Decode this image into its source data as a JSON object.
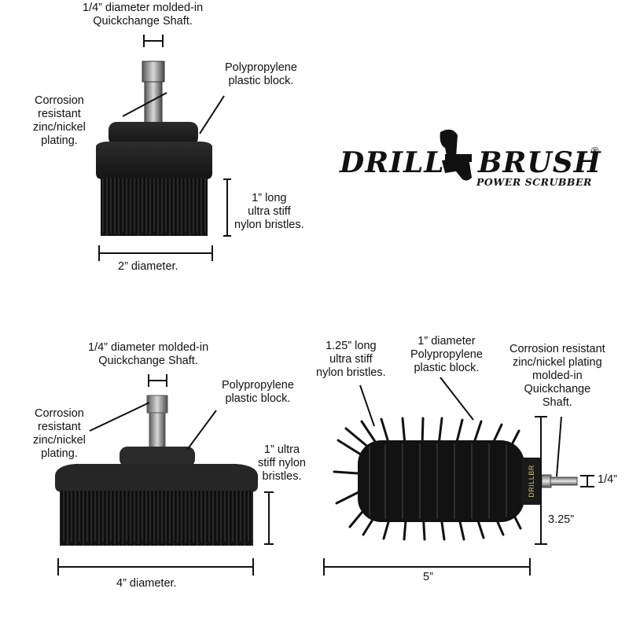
{
  "brush1": {
    "shaft_label": [
      "1/4” diameter molded-in",
      "Quickchange Shaft."
    ],
    "plating_label": [
      "Corrosion",
      "resistant",
      "zinc/nickel",
      "plating."
    ],
    "block_label": [
      "Polypropylene",
      "plastic block."
    ],
    "bristle_label": [
      "1” long",
      "ultra stiff",
      "nylon bristles."
    ],
    "diameter_label": "2” diameter."
  },
  "logo": {
    "word1": "DRILL",
    "word2": "BRUSH",
    "registered": "®",
    "tagline": "POWER SCRUBBER"
  },
  "brush2": {
    "shaft_label": [
      "1/4” diameter molded-in",
      "Quickchange Shaft."
    ],
    "plating_label": [
      "Corrosion",
      "resistant",
      "zinc/nickel",
      "plating."
    ],
    "block_label": [
      "Polypropylene",
      "plastic block."
    ],
    "bristle_label": [
      "1” ultra",
      "stiff nylon",
      "bristles."
    ],
    "diameter_label": "4” diameter."
  },
  "brush3": {
    "bristle_label": [
      "1.25” long",
      "ultra stiff",
      "nylon bristles."
    ],
    "block_label": [
      "1” diameter",
      "Polypropylene",
      "plastic block."
    ],
    "plating_label": [
      "Corrosion resistant",
      "zinc/nickel plating",
      "molded-in",
      "Quickchange",
      "Shaft."
    ],
    "shaft_width_label": "1/4”",
    "height_label": "3.25”",
    "length_label": "5”",
    "brand_text": "DRILLBR"
  }
}
